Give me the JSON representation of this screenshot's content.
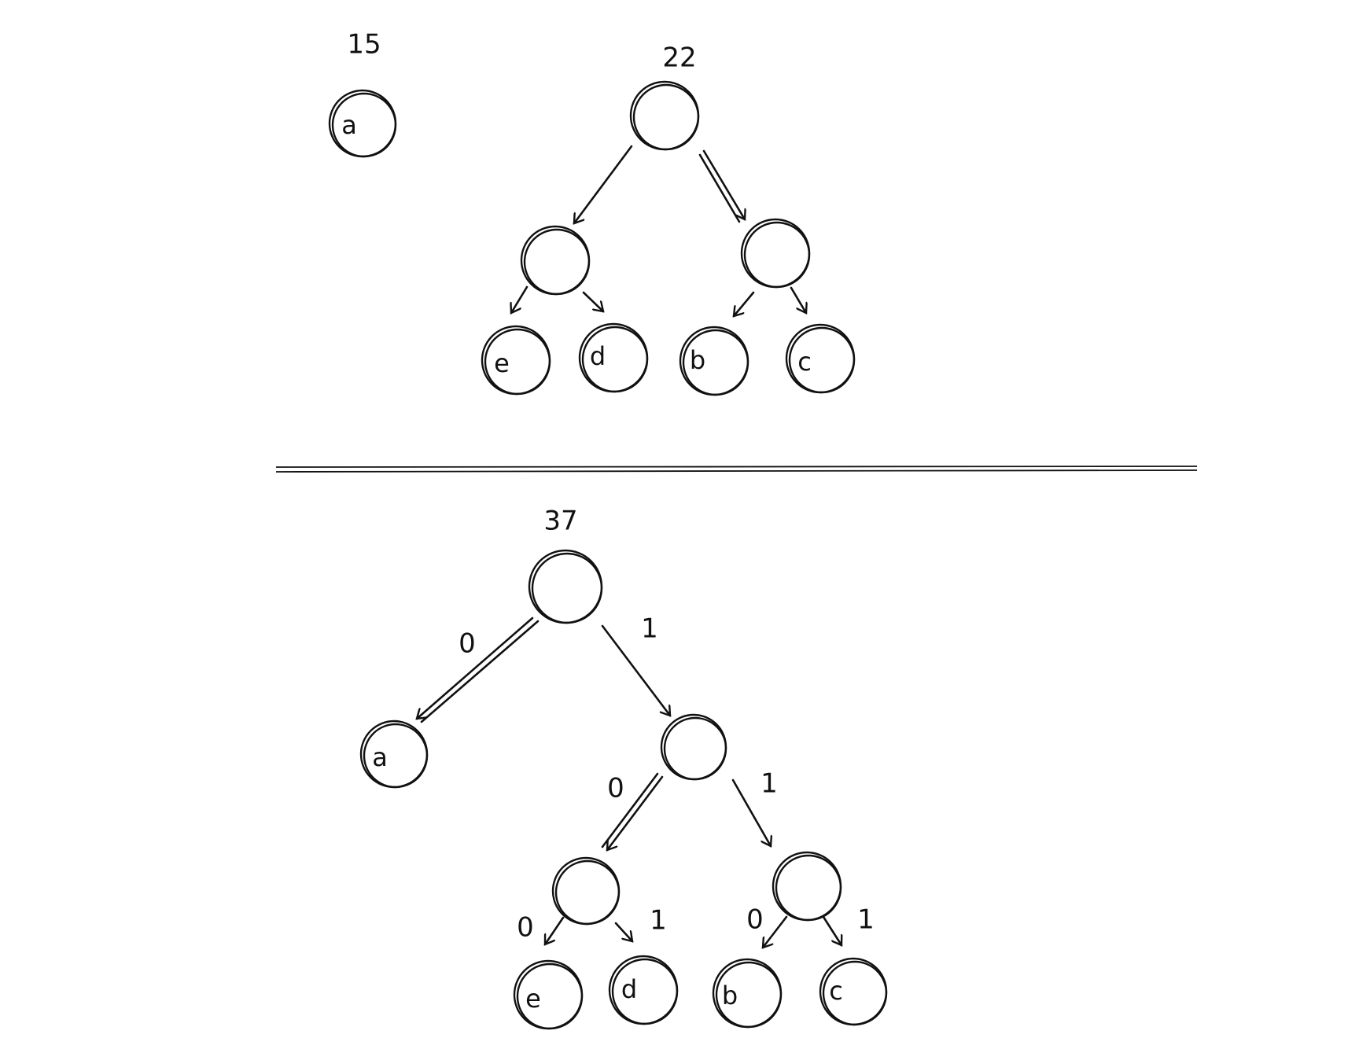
{
  "top_section": {
    "tree_a": {
      "weight": "15",
      "node": {
        "label": "a"
      }
    },
    "tree_b": {
      "weight": "22",
      "leaves": [
        "e",
        "d",
        "b",
        "c"
      ]
    }
  },
  "bottom_section": {
    "tree": {
      "weight": "37",
      "leaf_a": "a",
      "leaves": [
        "e",
        "d",
        "b",
        "c"
      ],
      "edge_labels": {
        "root_left": "0",
        "root_right": "1",
        "mid_left": "0",
        "mid_right": "1",
        "lower_left_left": "0",
        "lower_left_right": "1",
        "lower_right_left": "0",
        "lower_right_right": "1"
      }
    }
  },
  "colors": {
    "ink": "#111111",
    "background": "#ffffff"
  }
}
